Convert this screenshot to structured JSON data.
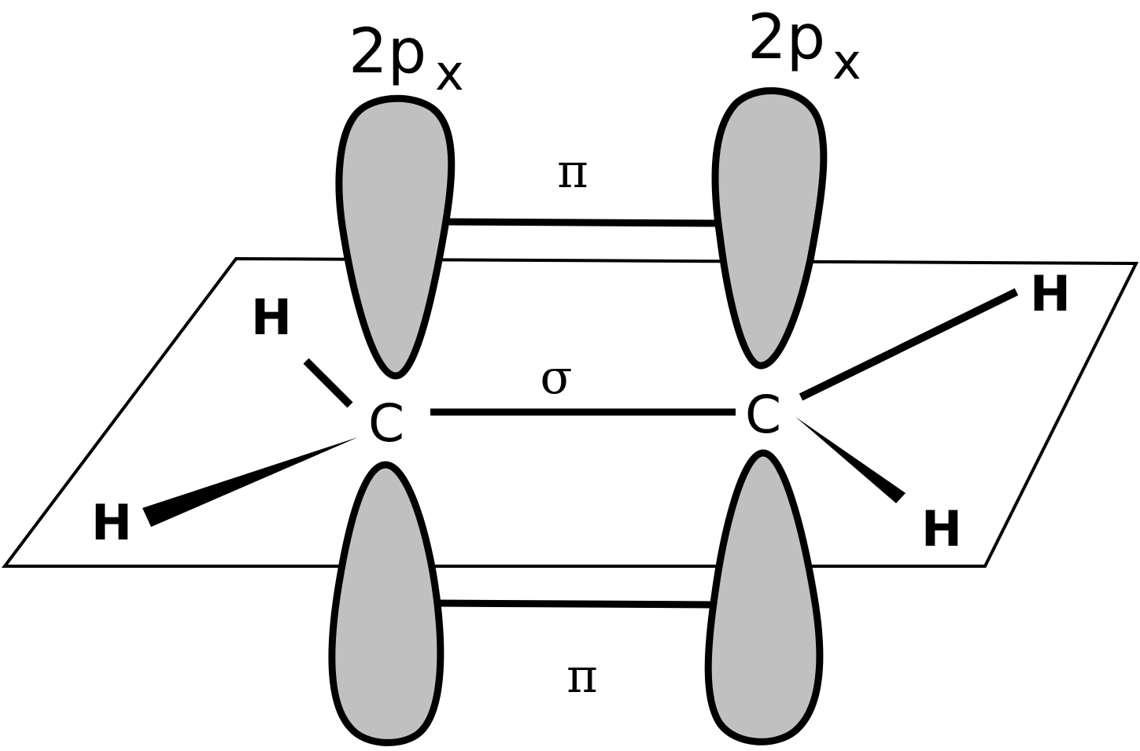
{
  "orbital_labels": {
    "left": {
      "main": "2p",
      "sub": "x"
    },
    "right": {
      "main": "2p",
      "sub": "x"
    }
  },
  "bond_labels": {
    "pi_top": "π",
    "sigma": "σ",
    "pi_bottom": "π"
  },
  "atoms": {
    "carbon_left": "C",
    "carbon_right": "C",
    "hydrogen_upper_left": "H",
    "hydrogen_lower_left": "H",
    "hydrogen_upper_right": "H",
    "hydrogen_lower_right": "H"
  },
  "colors": {
    "lobe_fill": "#c0c0c0",
    "stroke": "#000000",
    "background": "#ffffff"
  }
}
